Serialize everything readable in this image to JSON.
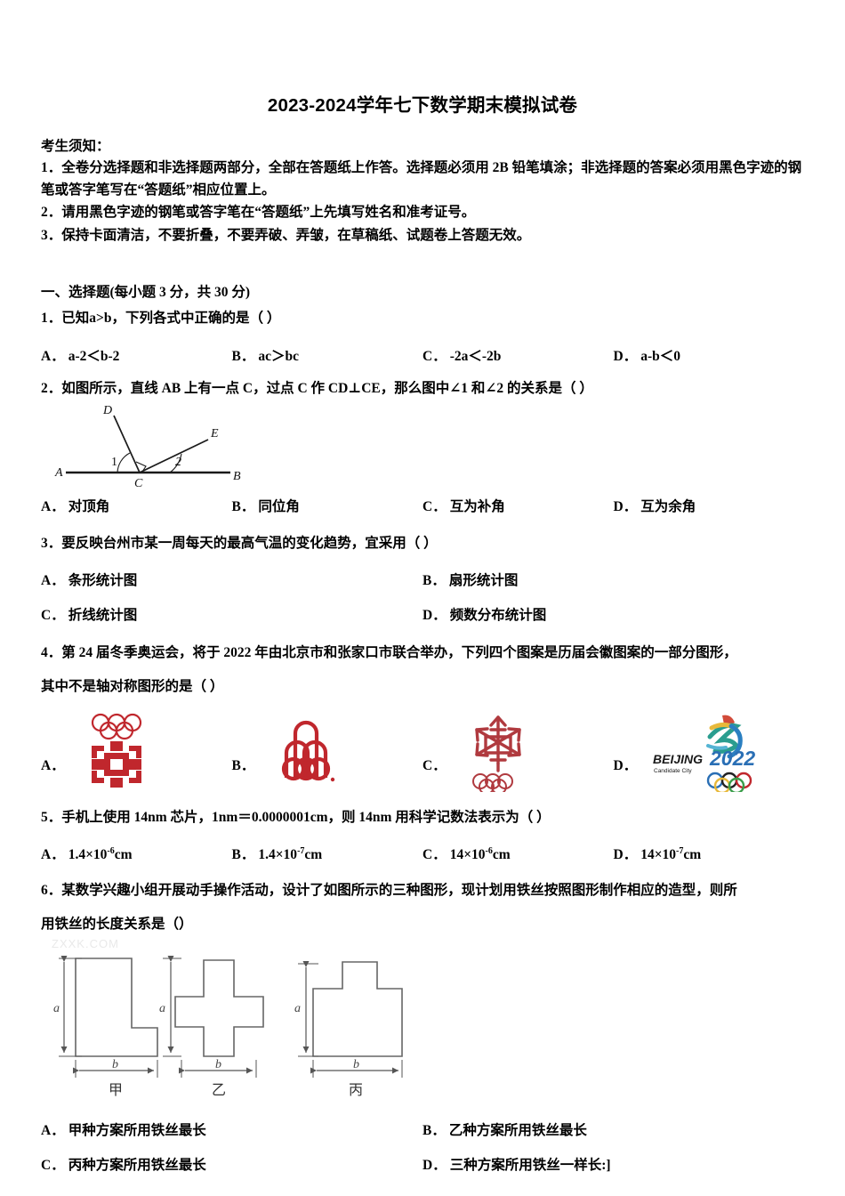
{
  "document": {
    "title": "2023-2024学年七下数学期末模拟试卷",
    "notice_heading": "考生须知：",
    "notices": [
      "1．全卷分选择题和非选择题两部分，全部在答题纸上作答。选择题必须用 2B 铅笔填涂；非选择题的答案必须用黑色字迹的钢笔或答字笔写在“答题纸”相应位置上。",
      "2．请用黑色字迹的钢笔或答字笔在“答题纸”上先填写姓名和准考证号。",
      "3．保持卡面清洁，不要折叠，不要弄破、弄皱，在草稿纸、试题卷上答题无效。"
    ],
    "section_heading": "一、选择题(每小题 3 分，共 30 分)",
    "watermark": "ZXXK.COM"
  },
  "questions": [
    {
      "number": "1．",
      "stem": "已知a>b，下列各式中正确的是（  ）",
      "layout": "four-col",
      "options": [
        {
          "label": "A．",
          "text": "a-2＜b-2"
        },
        {
          "label": "B．",
          "text": "ac＞bc"
        },
        {
          "label": "C．",
          "text": "-2a＜-2b"
        },
        {
          "label": "D．",
          "text": "a-b＜0"
        }
      ]
    },
    {
      "number": "2．",
      "stem": "如图所示，直线 AB 上有一点 C，过点 C 作 CD⊥CE，那么图中∠1 和∠2 的关系是（  ）",
      "layout": "four-col",
      "figure": "geometry-angles",
      "figure_labels": {
        "point_a": "A",
        "point_b": "B",
        "point_c": "C",
        "point_d": "D",
        "point_e": "E",
        "angle_1": "1",
        "angle_2": "2"
      },
      "options": [
        {
          "label": "A．",
          "text": "对顶角"
        },
        {
          "label": "B．",
          "text": "同位角"
        },
        {
          "label": "C．",
          "text": "互为补角"
        },
        {
          "label": "D．",
          "text": "互为余角"
        }
      ]
    },
    {
      "number": "3．",
      "stem": "要反映台州市某一周每天的最高气温的变化趋势，宜采用（ ）",
      "layout": "two-col",
      "options": [
        {
          "label": "A．",
          "text": "条形统计图"
        },
        {
          "label": "B．",
          "text": "扇形统计图"
        },
        {
          "label": "C．",
          "text": "折线统计图"
        },
        {
          "label": "D．",
          "text": "频数分布统计图"
        }
      ]
    },
    {
      "number": "4．",
      "stem_line1": "第 24 届冬季奥运会，将于 2022 年由北京市和张家口市联合举办，下列四个图案是历届会徽图案的一部分图形，",
      "stem_line2": "其中不是轴对称图形的是（  ）",
      "figure": "olympic-emblems",
      "option_labels": [
        "A．",
        "B．",
        "C．",
        "D．"
      ],
      "emblems": [
        {
          "name": "sarajevo-snowflake-emblem",
          "color": "#c0272d"
        },
        {
          "name": "montreal-podium-rings-emblem",
          "color": "#c0272d"
        },
        {
          "name": "calgary-snowflake-emblem",
          "color": "#b03a3f"
        },
        {
          "name": "beijing-2022-candidate-city-emblem",
          "text_main": "BEIJING",
          "text_sub": "Candidate City",
          "text_year": "2022"
        }
      ]
    },
    {
      "number": "5．",
      "stem": "手机上使用 14nm 芯片，1nm＝0.0000001cm，则 14nm 用科学记数法表示为（    ）",
      "layout": "four-col",
      "options": [
        {
          "label": "A．",
          "base": "1.4×10",
          "exp": "-6",
          "unit": "cm"
        },
        {
          "label": "B．",
          "base": "1.4×10",
          "exp": "-7",
          "unit": "cm"
        },
        {
          "label": "C．",
          "base": "14×10",
          "exp": "-6",
          "unit": "cm"
        },
        {
          "label": "D．",
          "base": "14×10",
          "exp": "-7",
          "unit": "cm"
        }
      ]
    },
    {
      "number": "6．",
      "stem_line1": "某数学兴趣小组开展动手操作活动，设计了如图所示的三种图形，现计划用铁丝按照图形制作相应的造型，则所",
      "stem_line2": "用铁丝的长度关系是（）",
      "figure": "wire-shapes",
      "shapes": [
        {
          "caption": "甲",
          "height_label": "a",
          "width_label": "b",
          "kind": "L-shape"
        },
        {
          "caption": "乙",
          "height_label": "a",
          "width_label": "b",
          "kind": "cross-shape"
        },
        {
          "caption": "丙",
          "height_label": "a",
          "width_label": "b",
          "kind": "tab-shape"
        }
      ],
      "layout": "two-col",
      "options": [
        {
          "label": "A．",
          "text": "甲种方案所用铁丝最长"
        },
        {
          "label": "B．",
          "text": "乙种方案所用铁丝最长"
        },
        {
          "label": "C．",
          "text": "丙种方案所用铁丝最长"
        },
        {
          "label": "D．",
          "text": "三种方案所用铁丝一样长:]"
        }
      ]
    }
  ]
}
